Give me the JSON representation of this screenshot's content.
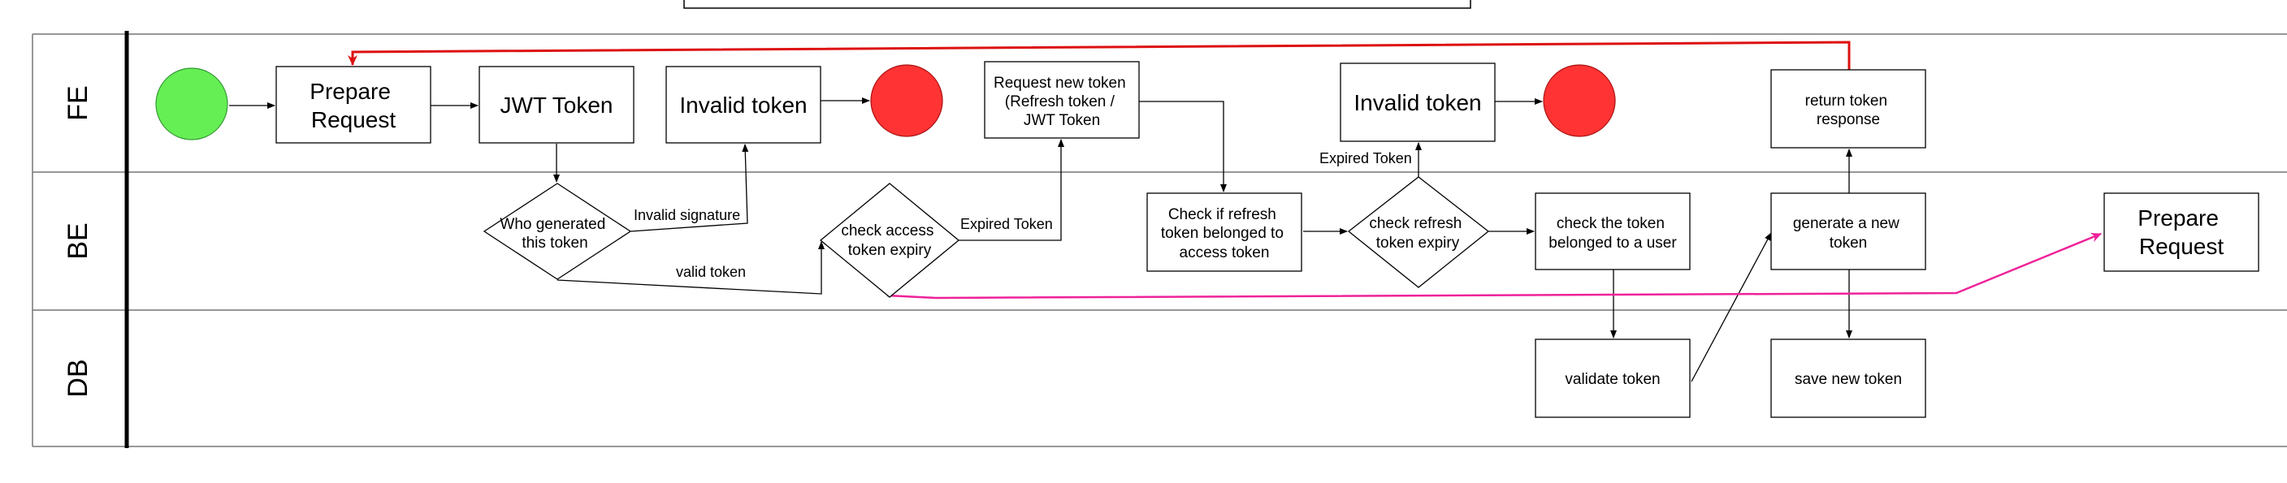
{
  "lanes": [
    "FE",
    "BE",
    "DB"
  ],
  "nodes": {
    "fe_prepare": [
      "Prepare",
      "Request"
    ],
    "fe_jwt": [
      "JWT Token"
    ],
    "fe_invalid1": [
      "Invalid token"
    ],
    "fe_request_new": [
      "Request new token",
      "(Refresh token /",
      "JWT Token"
    ],
    "fe_invalid2": [
      "Invalid token"
    ],
    "fe_return": [
      "return token",
      "response"
    ],
    "be_who": [
      "Who generated",
      "this token"
    ],
    "be_check_access": [
      "check access",
      "token expiry"
    ],
    "be_check_refresh_belong": [
      "Check if refresh",
      "token belonged to",
      "access token"
    ],
    "be_check_refresh_expiry": [
      "check refresh",
      "token expiry"
    ],
    "be_check_user": [
      "check the token",
      "belonged to a user"
    ],
    "be_generate": [
      "generate a new",
      "token"
    ],
    "be_prepare": [
      "Prepare",
      "Request"
    ],
    "db_validate": [
      "validate token"
    ],
    "db_save": [
      "save new token"
    ]
  },
  "edge_labels": {
    "invalid_signature": "Invalid signature",
    "valid_token": "valid token",
    "expired_token_1": "Expired Token",
    "expired_token_2": "Expired Token"
  },
  "colors": {
    "start": "#66ee55",
    "end": "#ff3333",
    "loop_arrow": "#dd1111",
    "pink_arrow": "#ee2299"
  }
}
